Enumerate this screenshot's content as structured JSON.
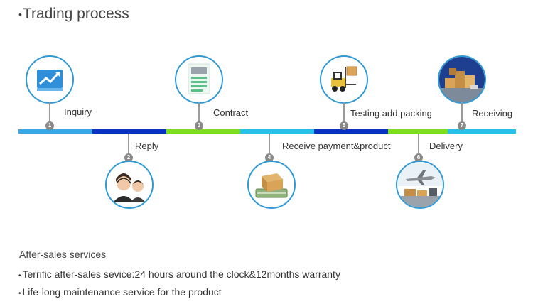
{
  "title": "Trading process",
  "colors": {
    "light_blue": "#3aa6e6",
    "dark_blue": "#0b31c2",
    "green": "#7fdc1e",
    "cyan": "#27c0e6",
    "stem": "#9a9a9a",
    "ring": "#2e9ad6"
  },
  "steps": [
    {
      "num": "1",
      "label": "Inquiry",
      "icon": "inquiry-chart-icon"
    },
    {
      "num": "2",
      "label": "Reply",
      "icon": "customer-service-icon"
    },
    {
      "num": "3",
      "label": "Contract",
      "icon": "contract-document-icon"
    },
    {
      "num": "4",
      "label": "Receive payment&product",
      "icon": "money-box-icon"
    },
    {
      "num": "5",
      "label": "Testing add packing",
      "icon": "forklift-icon"
    },
    {
      "num": "6",
      "label": "Delivery",
      "icon": "airplane-cargo-icon"
    },
    {
      "num": "7",
      "label": "Receiving",
      "icon": "warehouse-boxes-icon"
    }
  ],
  "after_sales": {
    "title": "After-sales services",
    "items": [
      "Terrific after-sales sevice:24 hours around the clock&12months warranty",
      "Life-long maintenance service for the product"
    ]
  }
}
